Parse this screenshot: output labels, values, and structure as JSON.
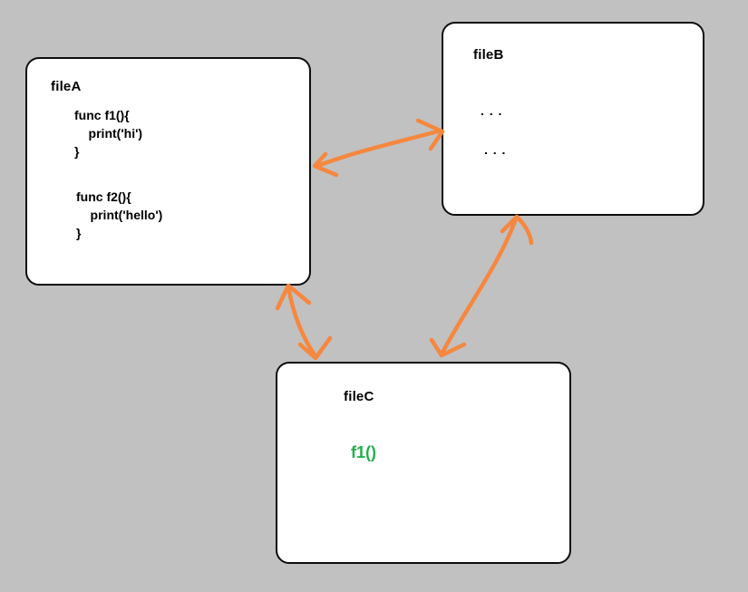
{
  "colors": {
    "background": "#c1c1c1",
    "box_bg": "#ffffff",
    "box_border": "#0d0d0d",
    "text": "#000000",
    "arrow": "#f6873e",
    "green": "#22b04c"
  },
  "boxes": {
    "fileA": {
      "title": "fileA",
      "code_block1": "func f1(){\n    print('hi')\n}",
      "code_block2": "func f2(){\n    print('hello')\n}"
    },
    "fileB": {
      "title": "fileB",
      "dots_line1": ". . .",
      "dots_line2": ". . ."
    },
    "fileC": {
      "title": "fileC",
      "call": "f1()"
    }
  },
  "arrows": [
    {
      "from": "fileA",
      "to": "fileB",
      "bidirectional": true,
      "style": "hand-drawn orange"
    },
    {
      "from": "fileA",
      "to": "fileC",
      "bidirectional": true,
      "style": "hand-drawn orange"
    },
    {
      "from": "fileB",
      "to": "fileC",
      "bidirectional": true,
      "style": "hand-drawn orange"
    }
  ]
}
